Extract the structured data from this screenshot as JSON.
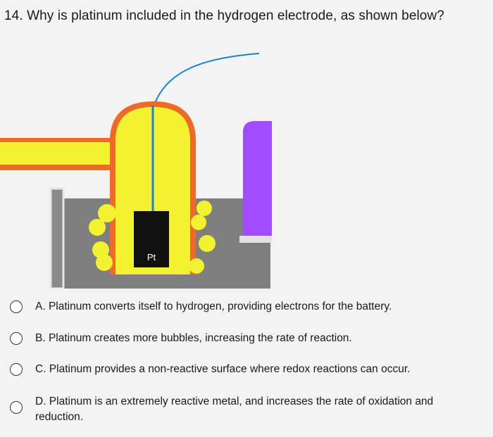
{
  "question": {
    "text": "14. Why is platinum included in the hydrogen electrode, as shown below?"
  },
  "diagram": {
    "electrode_label": "Pt"
  },
  "options": [
    {
      "text": "A. Platinum converts itself to hydrogen, providing electrons for the battery."
    },
    {
      "text": "B. Platinum creates more bubbles, increasing the rate of reaction."
    },
    {
      "text": "C. Platinum provides a non-reactive surface where redox reactions can occur."
    },
    {
      "text": "D. Platinum is an extremely reactive metal, and increases the rate of oxidation and reduction."
    }
  ],
  "colors": {
    "yellow": "#f2f230",
    "orange": "#ee6a26",
    "solution": "#7f7f7f",
    "electrode": "#111111",
    "purple": "#a24bff",
    "wire": "#1686d6"
  }
}
